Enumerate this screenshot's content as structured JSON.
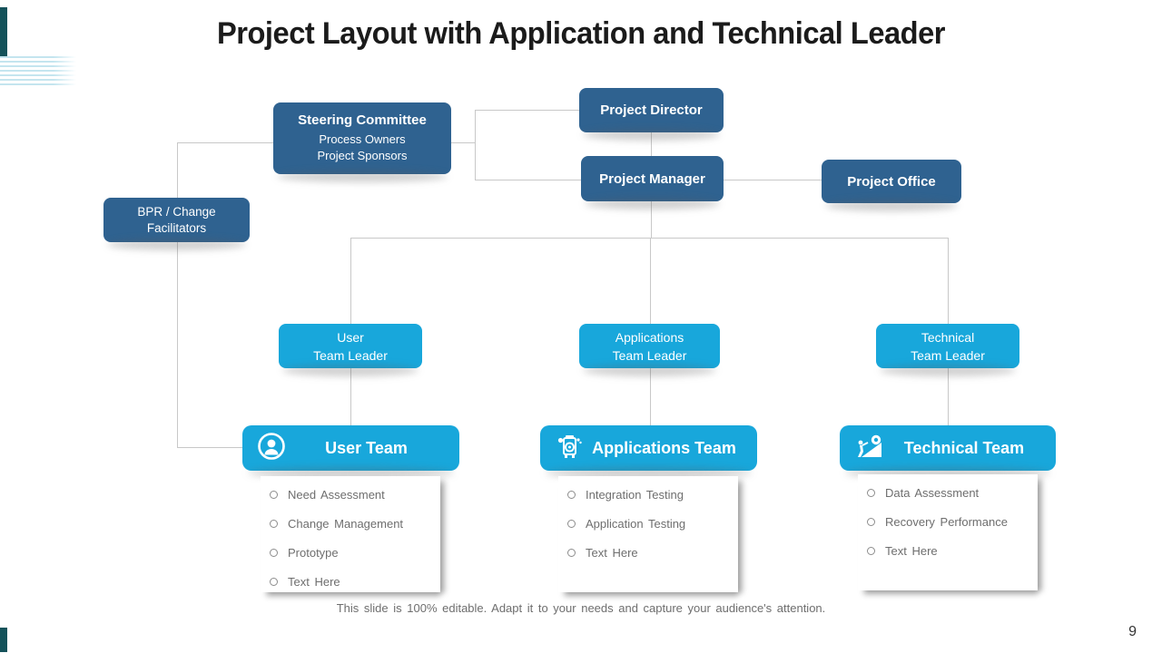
{
  "slide": {
    "title": "Project Layout with Application and Technical Leader",
    "footer": "This slide is 100% editable. Adapt it to your needs and capture your audience's attention.",
    "page_number": "9"
  },
  "colors": {
    "dark_box": "#2F6290",
    "light_box": "#18A7DB",
    "connector_line": "#C8C8C8",
    "accent_bar": "#14525A",
    "stripe_decoration": "#C4E5EF",
    "list_text": "#6E6E6E"
  },
  "org_chart": {
    "project_director": {
      "label": "Project Director"
    },
    "steering_committee": {
      "title": "Steering Committee",
      "line1": "Process Owners",
      "line2": "Project Sponsors"
    },
    "project_manager": {
      "label": "Project Manager"
    },
    "project_office": {
      "label": "Project Office"
    },
    "bpr": {
      "line1": "BPR / Change",
      "line2": "Facilitators"
    },
    "user_team_leader": {
      "line1": "User",
      "line2": "Team Leader"
    },
    "applications_team_leader": {
      "line1": "Applications",
      "line2": "Team Leader"
    },
    "technical_team_leader": {
      "line1": "Technical",
      "line2": "Team Leader"
    },
    "teams": [
      {
        "name": "User Team",
        "icon": "user-in-circle-icon",
        "items": [
          "Need Assessment",
          "Change Management",
          "Prototype",
          "Text Here"
        ]
      },
      {
        "name": "Applications Team",
        "icon": "machine-with-gears-icon",
        "items": [
          "Integration Testing",
          "Application Testing",
          "Text Here"
        ]
      },
      {
        "name": "Technical Team",
        "icon": "person-pushing-gear-icon",
        "items": [
          "Data Assessment",
          "Recovery Performance",
          "Text Here"
        ]
      }
    ]
  }
}
